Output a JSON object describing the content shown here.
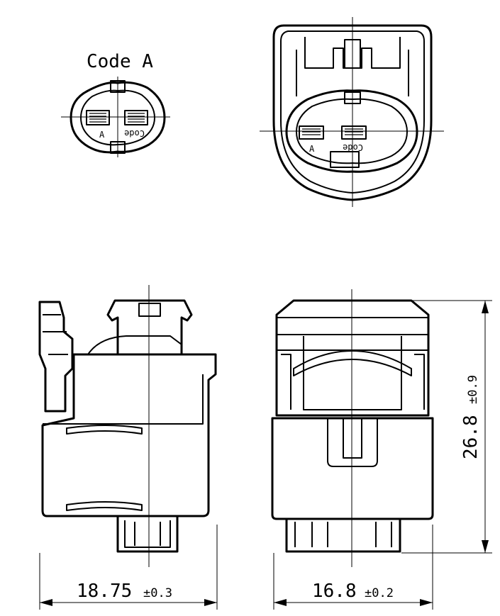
{
  "view_labels": {
    "code_label": "Code A"
  },
  "face_markings": {
    "code_mark": "Code",
    "pin_mark": "A"
  },
  "dimensions": {
    "side_width": {
      "value": "18.75",
      "tolerance": "±0.3"
    },
    "front_width": {
      "value": "16.8",
      "tolerance": "±0.2"
    },
    "height": {
      "value": "26.8",
      "tolerance": "±0.9"
    }
  }
}
